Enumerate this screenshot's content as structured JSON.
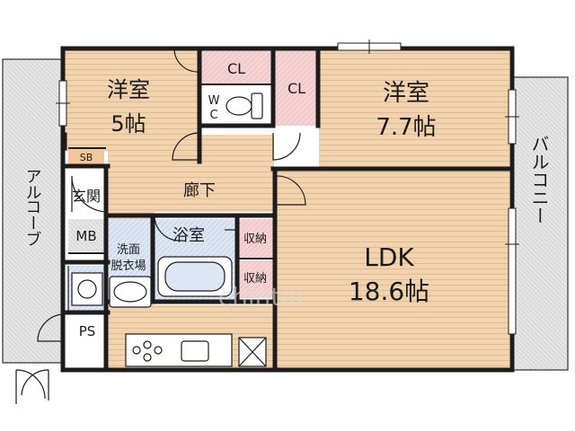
{
  "rooms": {
    "western_room_a": {
      "name": "洋室",
      "size": "5帖"
    },
    "western_room_b": {
      "name": "洋室",
      "size": "7.7帖"
    },
    "ldk": {
      "name": "LDK",
      "size": "18.6帖"
    },
    "closet_a": "CL",
    "closet_b": "CL",
    "wc_line1": "W",
    "wc_line2": "C",
    "shoe_box": "SB",
    "entrance": "玄関",
    "hallway": "廊下",
    "mb": "MB",
    "washroom_line1": "洗面",
    "washroom_line2": "脱衣場",
    "bathroom": "浴室",
    "storage_a": "収納",
    "storage_b": "収納",
    "ps": "PS",
    "alcove_line1": "アル",
    "alcove_line2": "コーブ",
    "balcony": "バルコニー"
  },
  "watermark": "chintai",
  "colors": {
    "wood_floor": "#f3d3ad",
    "wood_line": "#e4b98d",
    "closet_pink": "#f6d2d4",
    "storage_pink": "#f6d2d4",
    "tile_blue": "#dde6f4",
    "shoe_box_orange": "#f3c79a",
    "balcony_gray": "#e3e3e3",
    "wall": "#1c1c1c",
    "utility_gray": "#cfcfcf"
  }
}
